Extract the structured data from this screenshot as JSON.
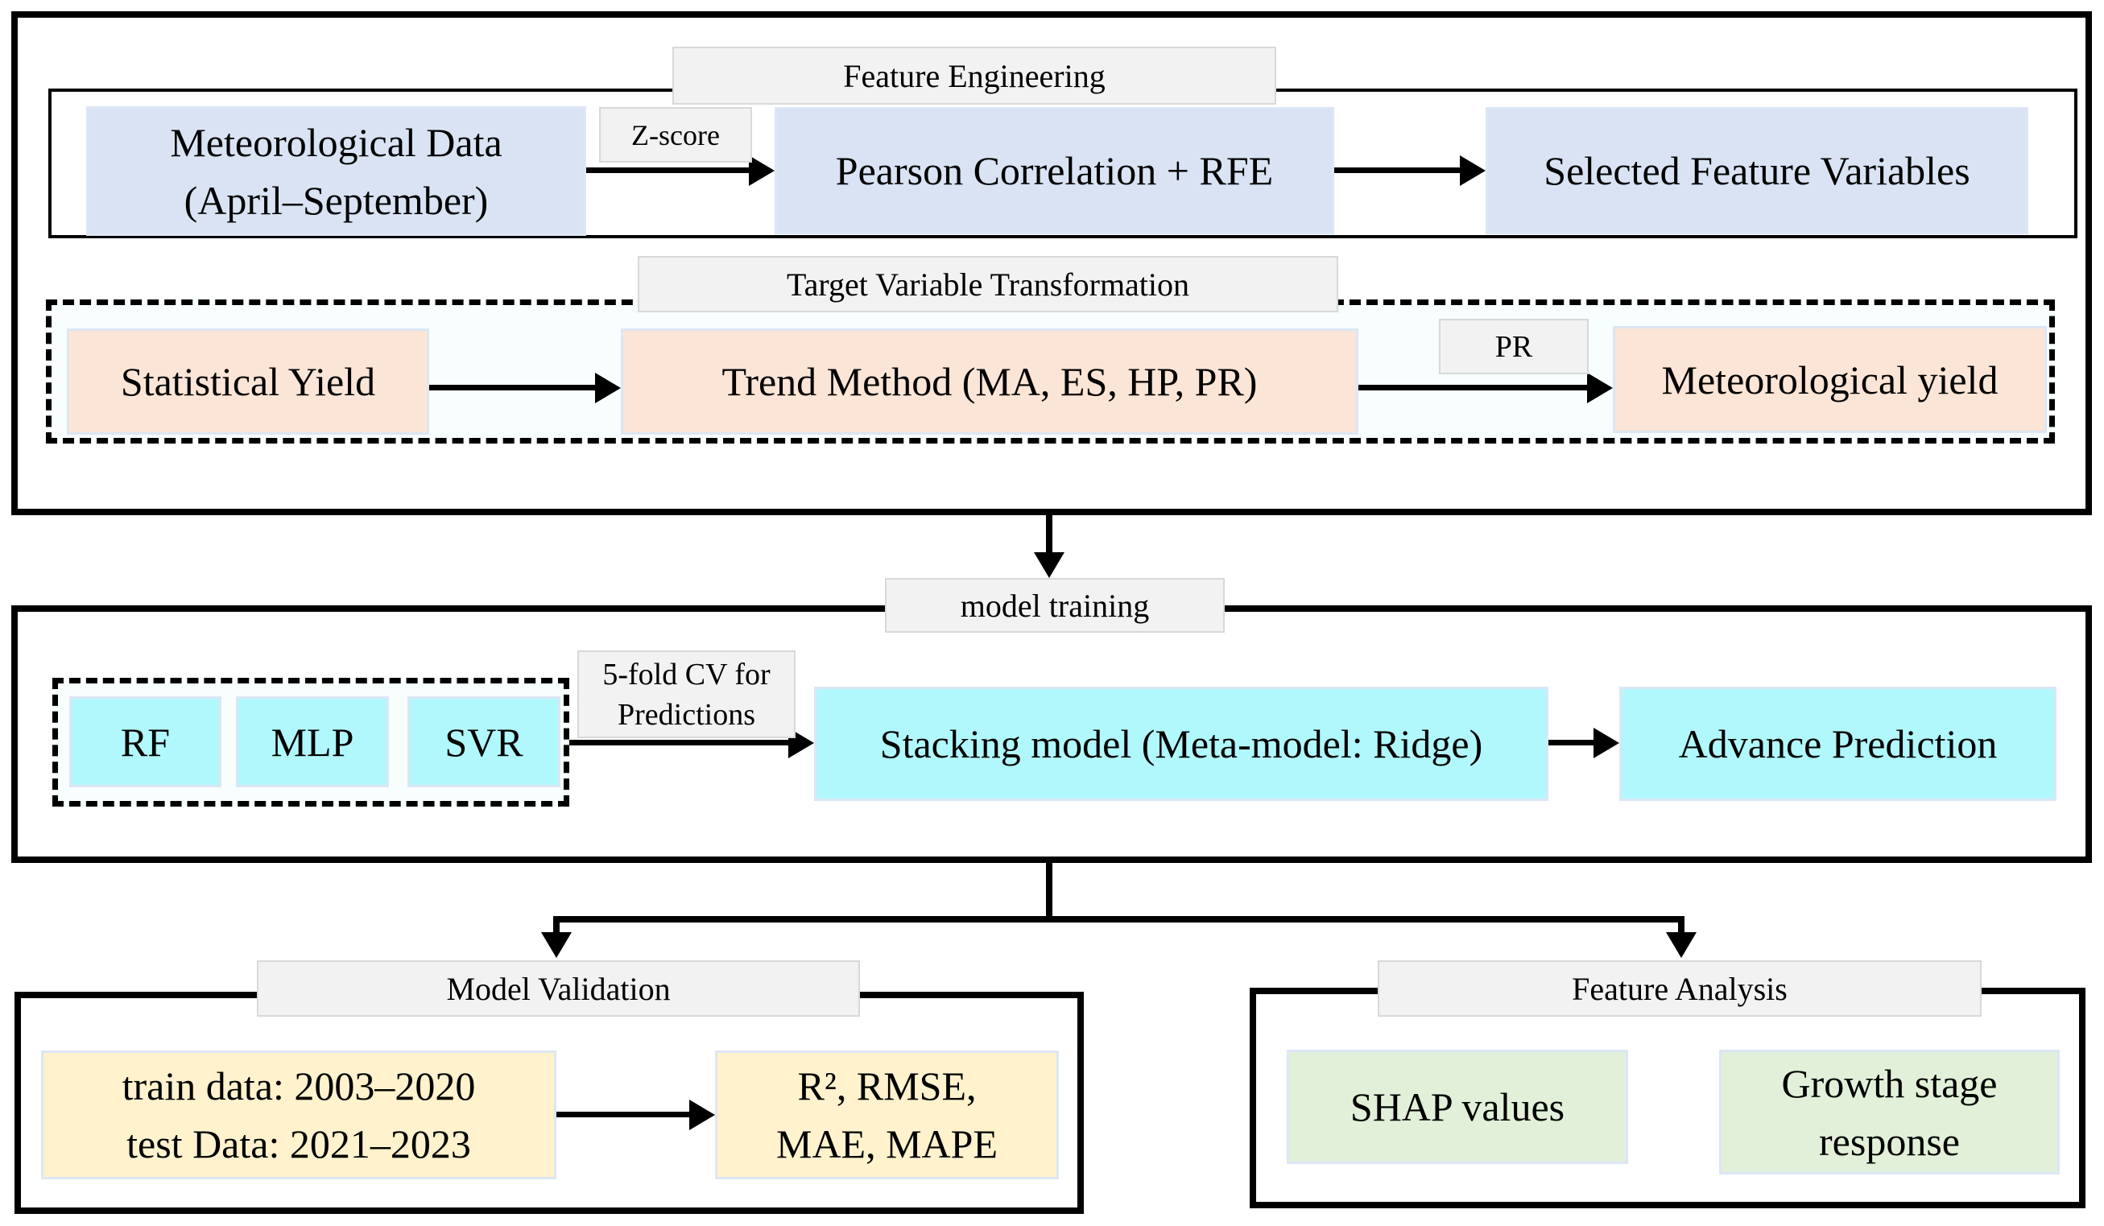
{
  "fe": {
    "label": "Feature Engineering",
    "met1": "Meteorological Data",
    "met2": "(April–September)",
    "zscore": "Z-score",
    "pearson": "Pearson Correlation + RFE",
    "selected": "Selected Feature Variables"
  },
  "tvt": {
    "label": "Target Variable Transformation",
    "stat": "Statistical Yield",
    "trend": "Trend Method (MA, ES, HP, PR)",
    "pr": "PR",
    "metyield": "Meteorological yield"
  },
  "mt": {
    "label": "model training",
    "rf": "RF",
    "mlp": "MLP",
    "svr": "SVR",
    "cv1": "5-fold CV for",
    "cv2": "Predictions",
    "stacking": "Stacking model (Meta-model: Ridge)",
    "advance": "Advance Prediction"
  },
  "mv": {
    "label": "Model Validation",
    "d1": "train data: 2003–2020",
    "d2": "test Data: 2021–2023",
    "m1": "R², RMSE,",
    "m2": "MAE, MAPE"
  },
  "fa": {
    "label": "Feature Analysis",
    "shap": "SHAP values",
    "g1": "Growth stage",
    "g2": "response"
  },
  "colors": {
    "box_blue": "#dae3f3",
    "box_peach": "#fbe5d6",
    "box_cyan": "#b0f8fc",
    "box_yellow": "#fff2cc",
    "box_green": "#e2f0d9",
    "label_grey": "#f2f2f2",
    "line_black": "#000000",
    "box_border": "#dce6f5",
    "dashed_fill": "#f8fdfe"
  }
}
